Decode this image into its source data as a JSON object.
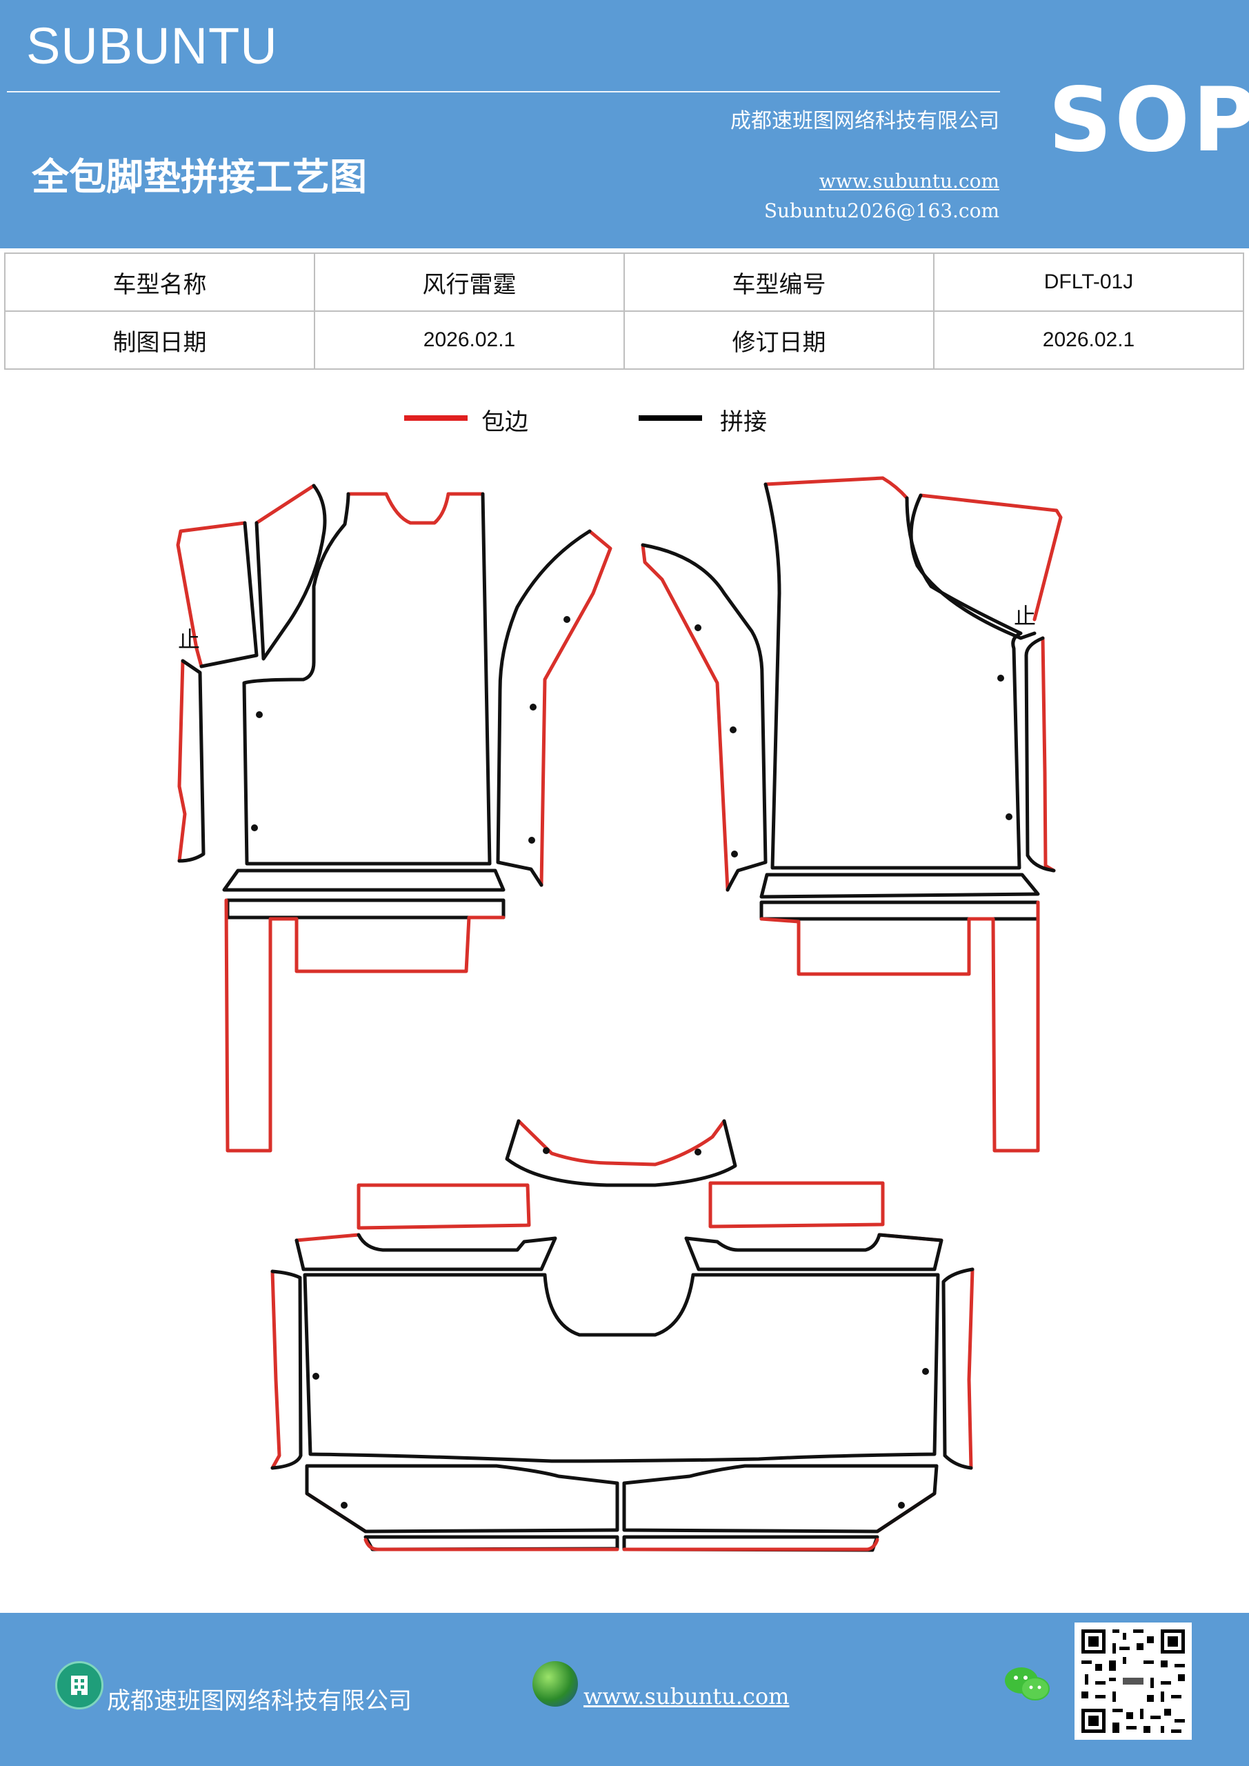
{
  "header": {
    "brand": "SUBUNTU",
    "title": "全包脚垫拼接工艺图",
    "company": "成都速班图网络科技有限公司",
    "website": "www.subuntu.com",
    "email": "Subuntu2026@163.com",
    "badge": "SOP"
  },
  "info_table": {
    "row1": {
      "label1": "车型名称",
      "value1": "风行雷霆",
      "label2": "车型编号",
      "value2": "DFLT-01J"
    },
    "row2": {
      "label1": "制图日期",
      "value1": "2026.02.1",
      "label2": "修订日期",
      "value2": "2026.02.1"
    }
  },
  "legend": {
    "edge": {
      "label": "包边",
      "color": "#e02020"
    },
    "seam": {
      "label": "拼接",
      "color": "#000000"
    }
  },
  "drawing": {
    "stop_mark": "止",
    "colors": {
      "edge": "#d9302a",
      "seam": "#111111"
    }
  },
  "footer": {
    "company": "成都速班图网络科技有限公司",
    "website": "www.subuntu.com",
    "icons": [
      "building-icon",
      "globe-icon",
      "wechat-icon",
      "qr-code"
    ]
  }
}
